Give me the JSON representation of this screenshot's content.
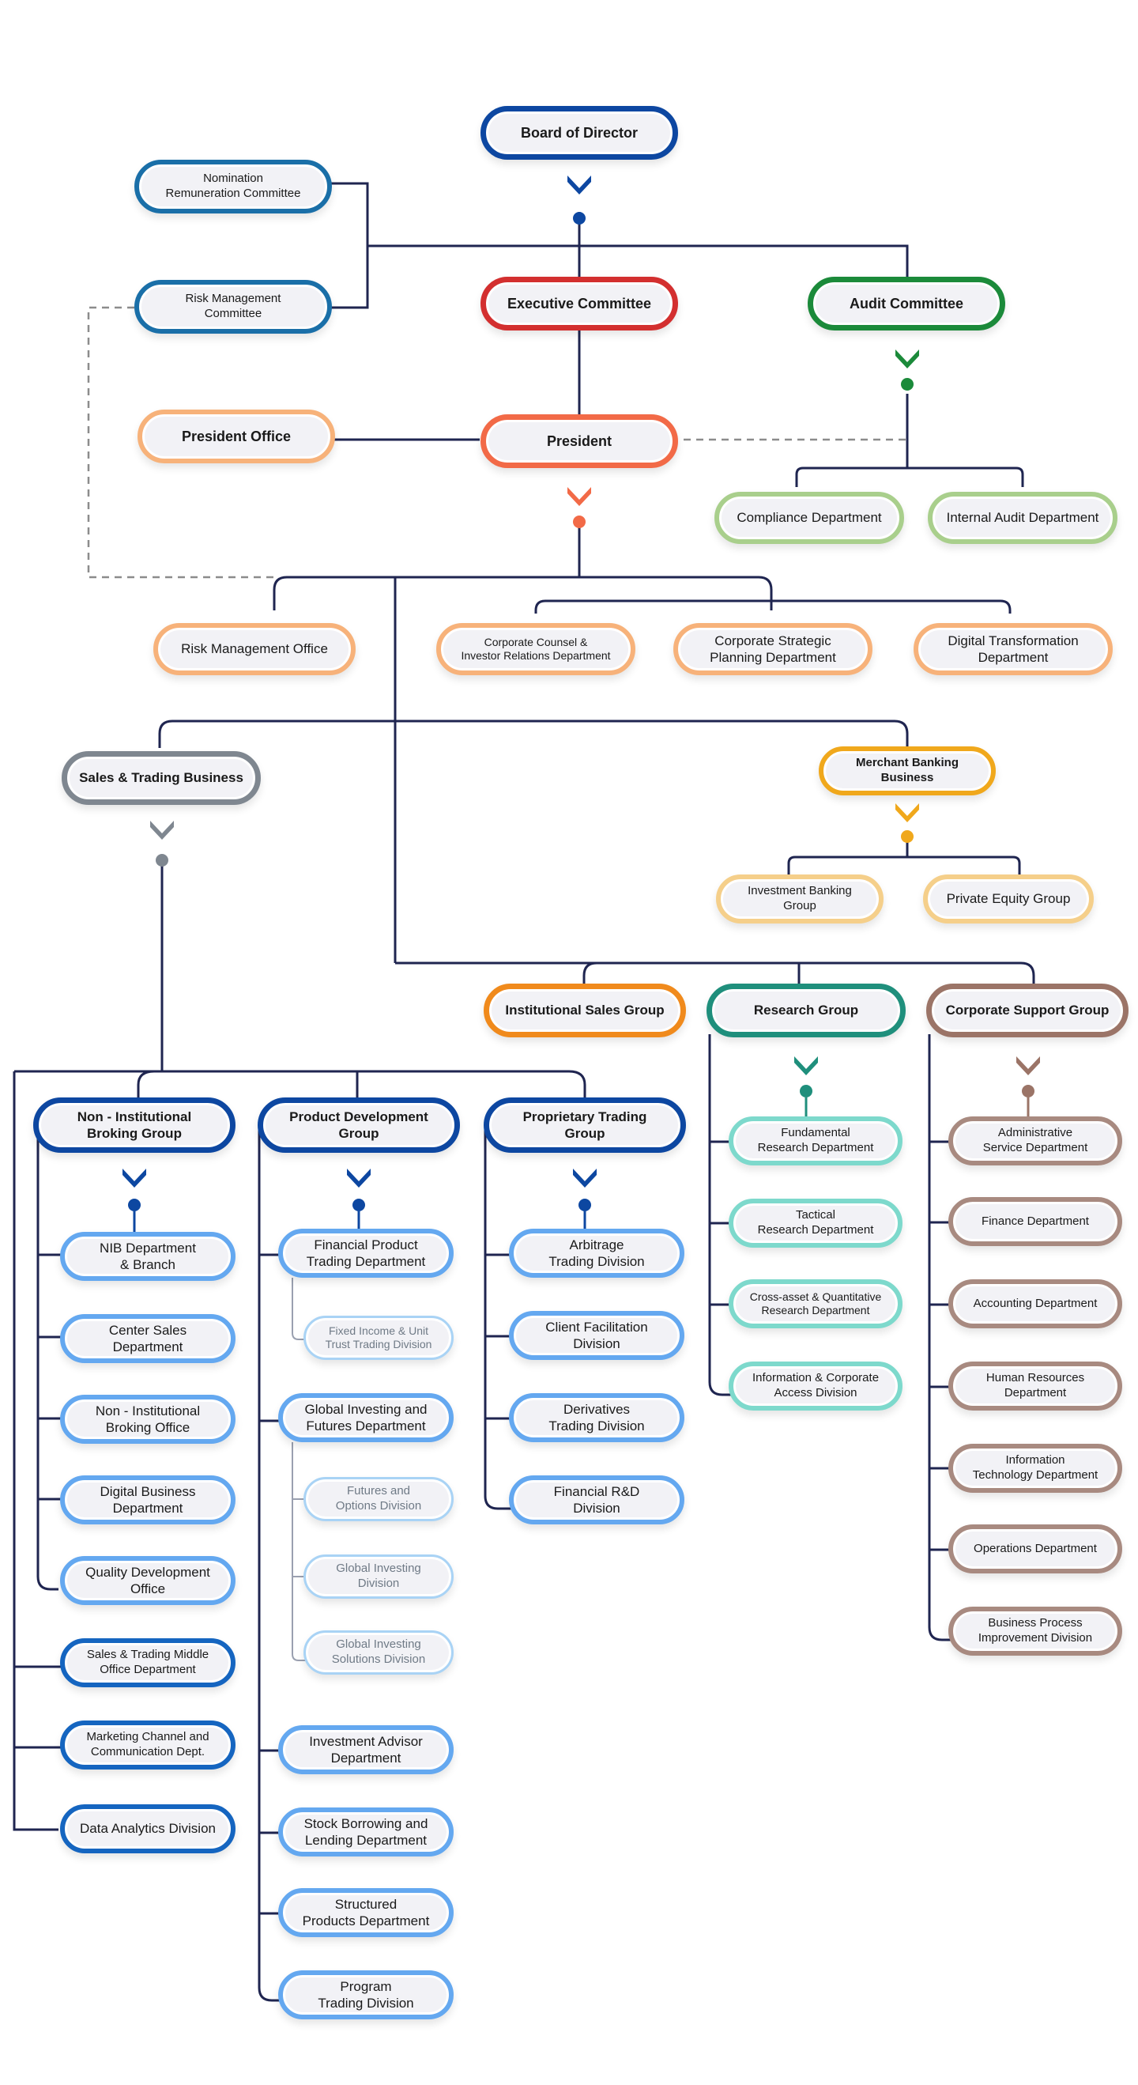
{
  "colors": {
    "line": "#1f2550",
    "dashed": "#8c8c8c",
    "board": "#0d47a1",
    "executive": "#d32f2f",
    "audit": "#1b8a3a",
    "nomination": "#1a6fa8",
    "president": "#f26a47",
    "orange_light": "#f7b27a",
    "green_light": "#a9cf8c",
    "sales": "#7f8790",
    "merchant": "#f0a81c",
    "merchant_light": "#f5cf8a",
    "institutional": "#f08a1c",
    "research": "#1f8f7c",
    "research_light": "#7dd9cc",
    "support": "#9b7467",
    "support_light": "#a88a80",
    "blue_dark": "#0d47a1",
    "blue_mid": "#1565c0",
    "blue_light": "#64a8f0",
    "blue_pale": "#a9d3f5"
  },
  "nodes": {
    "board": "Board of Director",
    "nomination": "Nomination\nRemuneration Committee",
    "risk_committee": "Risk Management\nCommittee",
    "executive": "Executive Committee",
    "audit": "Audit Committee",
    "president_office": "President Office",
    "president": "President",
    "compliance": "Compliance Department",
    "internal_audit": "Internal Audit Department",
    "risk_office": "Risk Management Office",
    "corporate_counsel": "Corporate Counsel &\nInvestor Relations Department",
    "corporate_strategic": "Corporate Strategic\nPlanning Department",
    "digital_transformation": "Digital Transformation\nDepartment",
    "sales_trading": "Sales & Trading Business",
    "merchant_banking": "Merchant Banking\nBusiness",
    "investment_banking": "Investment Banking\nGroup",
    "private_equity": "Private Equity Group",
    "institutional_sales": "Institutional Sales Group",
    "research_group": "Research Group",
    "corporate_support": "Corporate Support Group",
    "non_institutional": "Non - Institutional\nBroking Group",
    "product_development": "Product Development\nGroup",
    "proprietary_trading": "Proprietary Trading\nGroup",
    "nib_department": "NIB Department\n& Branch",
    "center_sales": "Center Sales\nDepartment",
    "nib_office": "Non - Institutional\nBroking Office",
    "digital_business": "Digital Business\nDepartment",
    "quality_development": "Quality Development\nOffice",
    "sales_trading_middle": "Sales & Trading Middle\nOffice Department",
    "marketing_channel": "Marketing Channel and\nCommunication Dept.",
    "data_analytics": "Data Analytics Division",
    "financial_product": "Financial Product\nTrading Department",
    "fixed_income": "Fixed Income & Unit\nTrust Trading Division",
    "global_investing_futures": "Global Investing and\nFutures Department",
    "futures_options": "Futures and\nOptions Division",
    "global_investing_division": "Global Investing\nDivision",
    "global_investing_solutions": "Global Investing\nSolutions Division",
    "investment_advisor": "Investment Advisor\nDepartment",
    "stock_borrowing": "Stock Borrowing and\nLending Department",
    "structured_products": "Structured\nProducts Department",
    "program_trading": "Program\nTrading Division",
    "arbitrage": "Arbitrage\nTrading Division",
    "client_facilitation": "Client Facilitation\nDivision",
    "derivatives": "Derivatives\nTrading Division",
    "financial_rd": "Financial R&D\nDivision",
    "fundamental_research": "Fundamental\nResearch Department",
    "tactical_research": "Tactical\nResearch Department",
    "cross_asset": "Cross-asset & Quantitative\nResearch Department",
    "information_corporate": "Information & Corporate\nAccess Division",
    "administrative": "Administrative\nService Department",
    "finance": "Finance Department",
    "accounting": "Accounting Department",
    "human_resources": "Human Resources\nDepartment",
    "information_technology": "Information\nTechnology Department",
    "operations": "Operations Department",
    "business_process": "Business Process\nImprovement Division"
  }
}
